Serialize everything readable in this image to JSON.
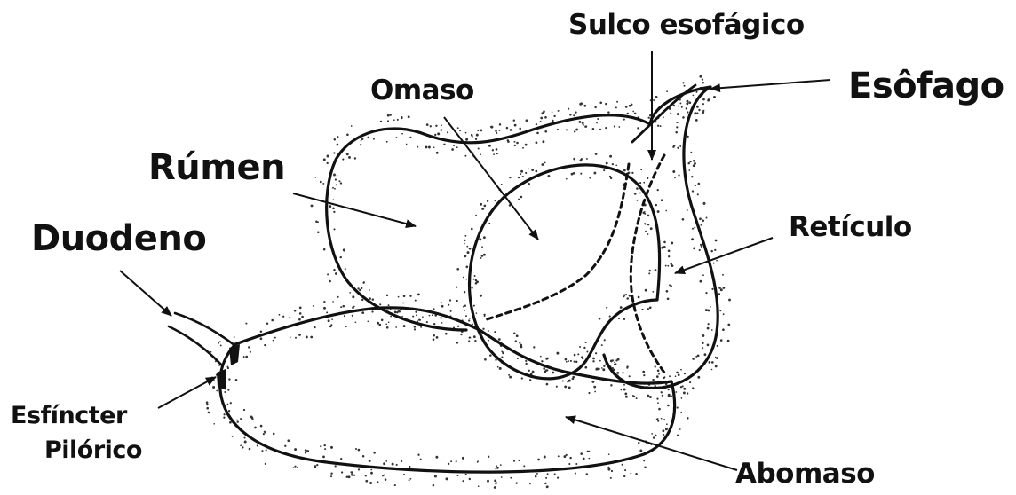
{
  "diagram": {
    "labels": {
      "sulco": "Sulco esofágico",
      "esofago": "Esôfago",
      "omaso": "Omaso",
      "rumen": "Rúmen",
      "duodeno": "Duodeno",
      "reticulo": "Retículo",
      "esfincter_line1": "Esfíncter",
      "esfincter_line2": "Pilórico",
      "abomaso": "Abomaso"
    },
    "colors": {
      "ink": "#111111",
      "background": "#ffffff"
    }
  }
}
